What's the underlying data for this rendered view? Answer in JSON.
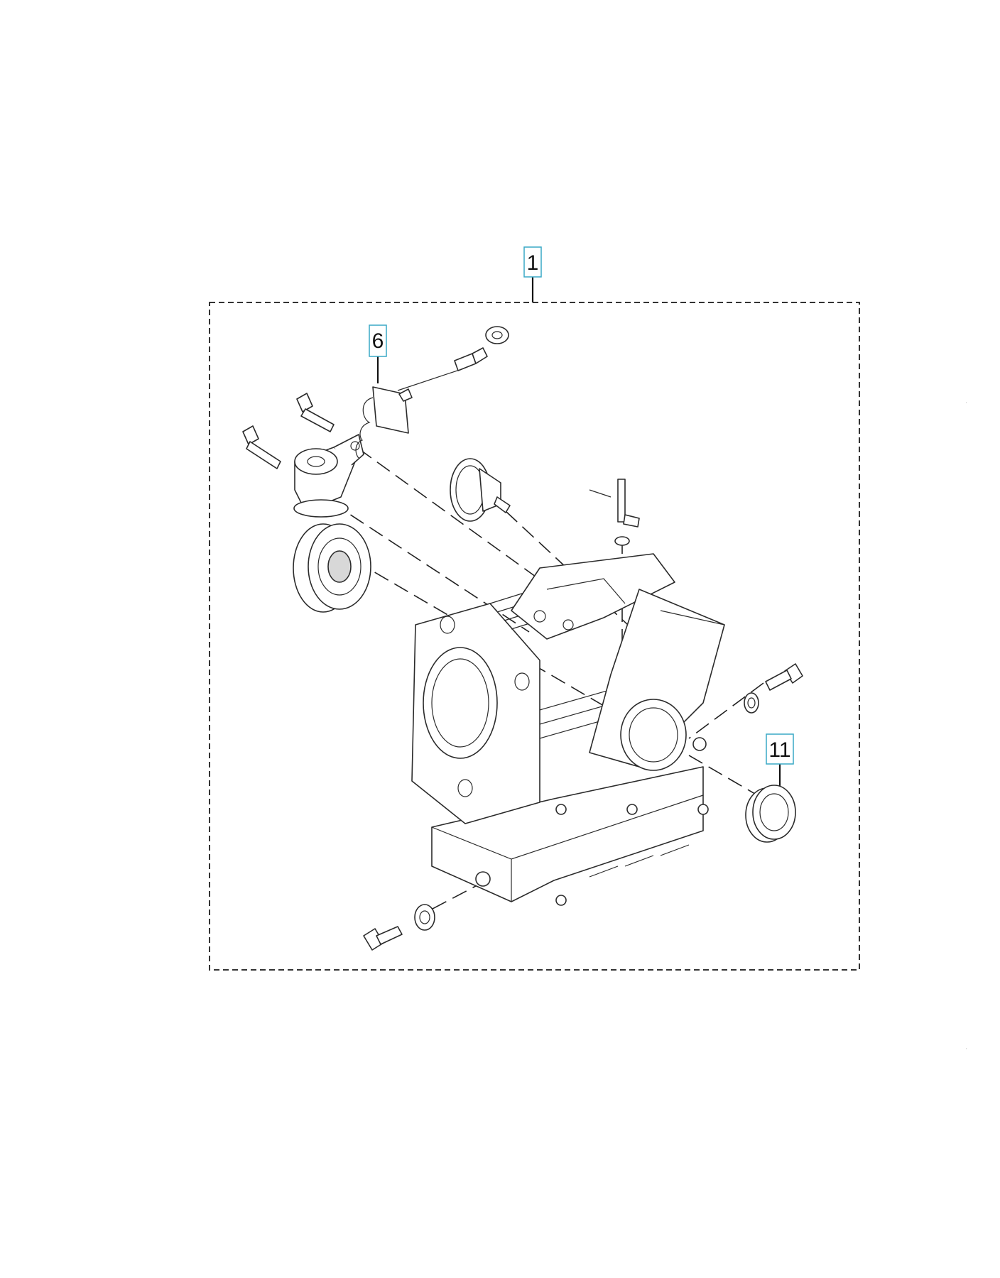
{
  "callouts": {
    "assembly": "1",
    "governor_lever": "6",
    "oil_seal": "11"
  },
  "colors": {
    "callout_border": "#39a9c6",
    "line_art": "#2b2b2b",
    "background": "#ffffff"
  }
}
